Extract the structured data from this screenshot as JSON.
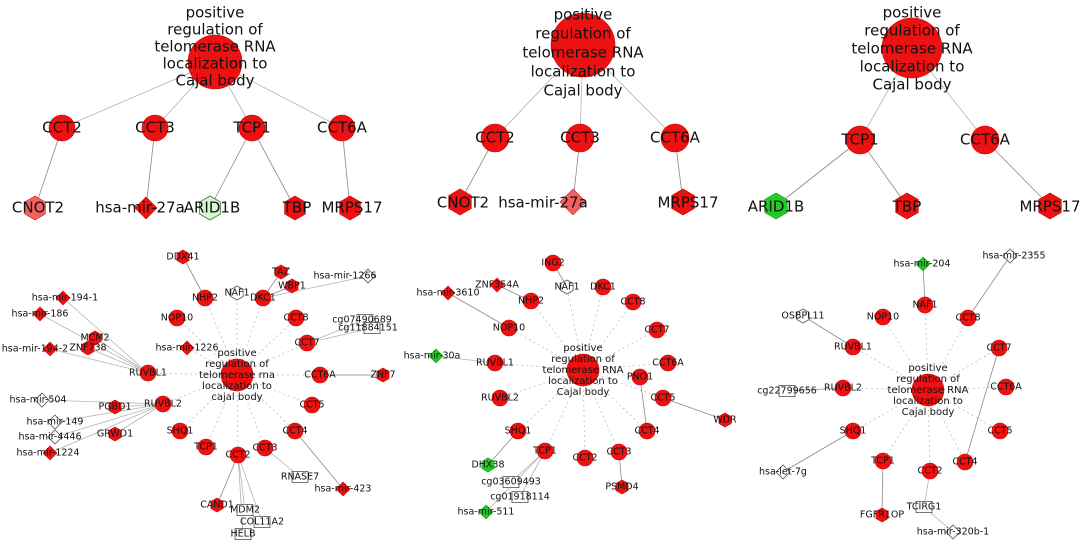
{
  "panels_top": [
    {
      "center": "positive regulation of telomerase RNA localization to Cajal body",
      "center_lines": [
        "positive",
        "regulation of",
        "telomerase RNA",
        "localization to",
        "Cajal body"
      ],
      "genes": [
        "CCT2",
        "CCT3",
        "TCP1",
        "CCT6A"
      ],
      "targets": [
        "CNOT2",
        "hsa-mir-27a",
        "ARID1B",
        "TBP",
        "MRPS17"
      ]
    },
    {
      "center": "positive regulation of telomerase RNA localization to Cajal body",
      "center_lines": [
        "positive",
        "regulation of",
        "telomerase RNA",
        "localization to",
        "Cajal body"
      ],
      "genes": [
        "CCT2",
        "CCT3",
        "CCT6A"
      ],
      "targets": [
        "CNOT2",
        "hsa-mir-27a",
        "MRPS17"
      ]
    },
    {
      "center": "positive regulation of telomerase RNA localization to Cajal body",
      "center_lines": [
        "positive",
        "regulation of",
        "telomerase RNA",
        "localization to",
        "Cajal body"
      ],
      "genes": [
        "TCP1",
        "CCT6A"
      ],
      "targets": [
        "ARID1B",
        "TBP",
        "MRPS17"
      ]
    }
  ],
  "panels_bottom": [
    {
      "center_lines": [
        "positive",
        "regulation of",
        "telomerase rna",
        "localization to",
        "cajal body"
      ],
      "genes": [
        "DKC1",
        "NHP2",
        "NOP10",
        "RUVBL1",
        "RUVBL2",
        "SHQ1",
        "TCP1",
        "CCT2",
        "CCT3",
        "CCT4",
        "CCT5",
        "CCT6A",
        "CCT7",
        "CCT8",
        "NAF1",
        "WRAP53"
      ],
      "others": [
        "DDX41",
        "TAZ",
        "WBP1",
        "ZNF738",
        "MCM2",
        "PGBD1",
        "GRWD1",
        "CAND1",
        "MDM2",
        "COL11A2",
        "HELB",
        "RNASE7",
        "ZNF7"
      ],
      "mirnas": [
        "hsa-mir-1266",
        "hsa-mir-194-1",
        "hsa-mir-186",
        "hsa-mir-194-2",
        "hsa-mir-1226",
        "hsa-mir-504",
        "hsa-mir-149",
        "hsa-mir-4446",
        "hsa-mir-1224",
        "hsa-mir-423"
      ],
      "cpgs": [
        "cg07490689",
        "cg11884151"
      ]
    },
    {
      "center_lines": [
        "positive",
        "regulation of",
        "telomerase RNA",
        "localization to",
        "Cajal body"
      ],
      "genes": [
        "ING2",
        "ZNF354A",
        "NHP2",
        "NAF1",
        "DKC1",
        "CCT8",
        "NOP10",
        "CCT7",
        "RUVBL1",
        "CCT6A",
        "PNO1",
        "CCT5",
        "RUVBL2",
        "CCT4",
        "SHQ1",
        "CCT2",
        "TCP1",
        "CCT3",
        "PSMD4"
      ],
      "others": [
        "DHX38",
        "WDR"
      ],
      "mirnas": [
        "hsa-mir-3610",
        "hsa-mir-30a",
        "hsa-mir-511"
      ],
      "cpgs": [
        "cg03609493",
        "cg01918114"
      ]
    },
    {
      "center_lines": [
        "positive",
        "regulation of",
        "telomerase RNA",
        "localization to",
        "Cajal body"
      ],
      "genes": [
        "NAF1",
        "NOP10",
        "CCT8",
        "RUVBL1",
        "CCT7",
        "RUVBL2",
        "CCT6A",
        "SHQ1",
        "CCT5",
        "TCP1",
        "CCT4",
        "CCT2",
        "FGFR1OP",
        "TCIRG1",
        "OSBPL11"
      ],
      "mirnas": [
        "hsa-mir-204",
        "hsa-mir-2355",
        "hsa-let-7g",
        "hsa-mir-320b-1"
      ],
      "cpgs": [
        "cg22799656"
      ]
    }
  ],
  "colors": {
    "node_red": "#ee1111",
    "node_green": "#22cc22",
    "node_light_green": "#d7f5d0",
    "edge_gray": "#999999"
  }
}
